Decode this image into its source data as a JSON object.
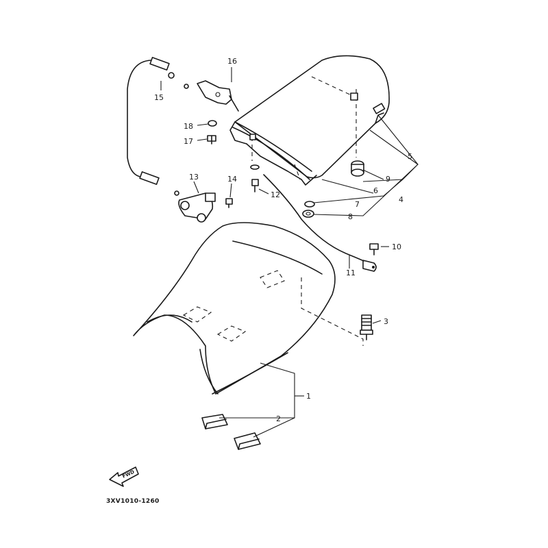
{
  "diagram_code": "3XV1010-1260",
  "direction_arrow_label": "FWD",
  "callouts": [
    {
      "id": "1",
      "label": "1"
    },
    {
      "id": "2",
      "label": "2"
    },
    {
      "id": "3",
      "label": "3"
    },
    {
      "id": "4",
      "label": "4"
    },
    {
      "id": "5",
      "label": "5"
    },
    {
      "id": "6",
      "label": "6"
    },
    {
      "id": "7",
      "label": "7"
    },
    {
      "id": "8",
      "label": "8"
    },
    {
      "id": "9",
      "label": "9"
    },
    {
      "id": "10",
      "label": "10"
    },
    {
      "id": "11",
      "label": "11"
    },
    {
      "id": "12",
      "label": "12"
    },
    {
      "id": "13",
      "label": "13"
    },
    {
      "id": "14",
      "label": "14"
    },
    {
      "id": "15",
      "label": "15"
    },
    {
      "id": "16",
      "label": "16"
    },
    {
      "id": "17",
      "label": "17"
    },
    {
      "id": "18",
      "label": "18"
    }
  ]
}
